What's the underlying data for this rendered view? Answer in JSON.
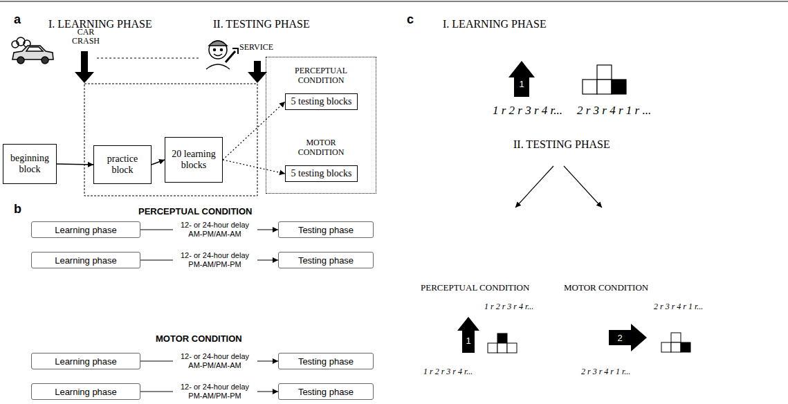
{
  "diagram": {
    "nodes": [
      {
        "text": [
          "beginning block"
        ]
      },
      {
        "text": [
          "practice block"
        ]
      },
      {
        "text": [
          "20 learning blocks"
        ]
      },
      {
        "text": [
          "PERCEPTUAL CONDITION",
          "MOTOR CONDITION"
        ]
      },
      {
        "text": [
          "5 testing blocks"
        ],
        "in": 3
      },
      {
        "text": [
          "5 testing blocks"
        ],
        "in": 3
      },
      {
        "text": [
          "Learning phase"
        ]
      },
      {
        "text": [
          "Testing phase"
        ]
      },
      {
        "text": [
          "Learning phase"
        ]
      },
      {
        "text": [
          "Testing phase"
        ]
      },
      {
        "text": [
          "Learning phase"
        ]
      },
      {
        "text": [
          "Testing phase"
        ]
      },
      {
        "text": [
          "Learning phase"
        ]
      },
      {
        "text": [
          "Testing phase"
        ]
      }
    ],
    "edges": [
      {
        "from": 0,
        "to": 1,
        "arrow": "to"
      },
      {
        "from": 1,
        "to": 2,
        "arrow": "to"
      },
      {
        "from": 2,
        "to": 4,
        "arrow": "to"
      },
      {
        "from": 2,
        "to": 5,
        "arrow": "to"
      },
      {
        "from": 6,
        "to": 7,
        "label": "12- or 24-hour delay AM-PM/AM-AM",
        "arrow": "to"
      },
      {
        "from": 8,
        "to": 9,
        "label": "12- or 24-hour delay PM-AM/PM-PM",
        "arrow": "to"
      },
      {
        "from": 10,
        "to": 11,
        "label": "12- or 24-hour delay AM-PM/AM-AM",
        "arrow": "to"
      },
      {
        "from": 12,
        "to": 13,
        "label": "12- or 24-hour delay PM-AM/PM-PM",
        "arrow": "to"
      }
    ],
    "labels": [
      "a",
      "I. LEARNING PHASE",
      "II. TESTING PHASE",
      "CAR CRASH",
      "SERVICE",
      "b",
      "PERCEPTUAL CONDITION",
      "MOTOR CONDITION",
      "c",
      "I. LEARNING PHASE",
      "1",
      "1 r 2 r 3 r 4 r...",
      "2 r 3 r 4 r 1 r ...",
      "II. TESTING PHASE",
      "PERCEPTUAL CONDITION",
      "MOTOR CONDITION",
      "1 r 2 r 3 r 4 r...",
      "2 r 3 r 4 r 1 r...",
      "1",
      "2",
      "1 r 2 r 3 r 4 r...",
      "2 r 3 r 4 r 1 r..."
    ]
  }
}
